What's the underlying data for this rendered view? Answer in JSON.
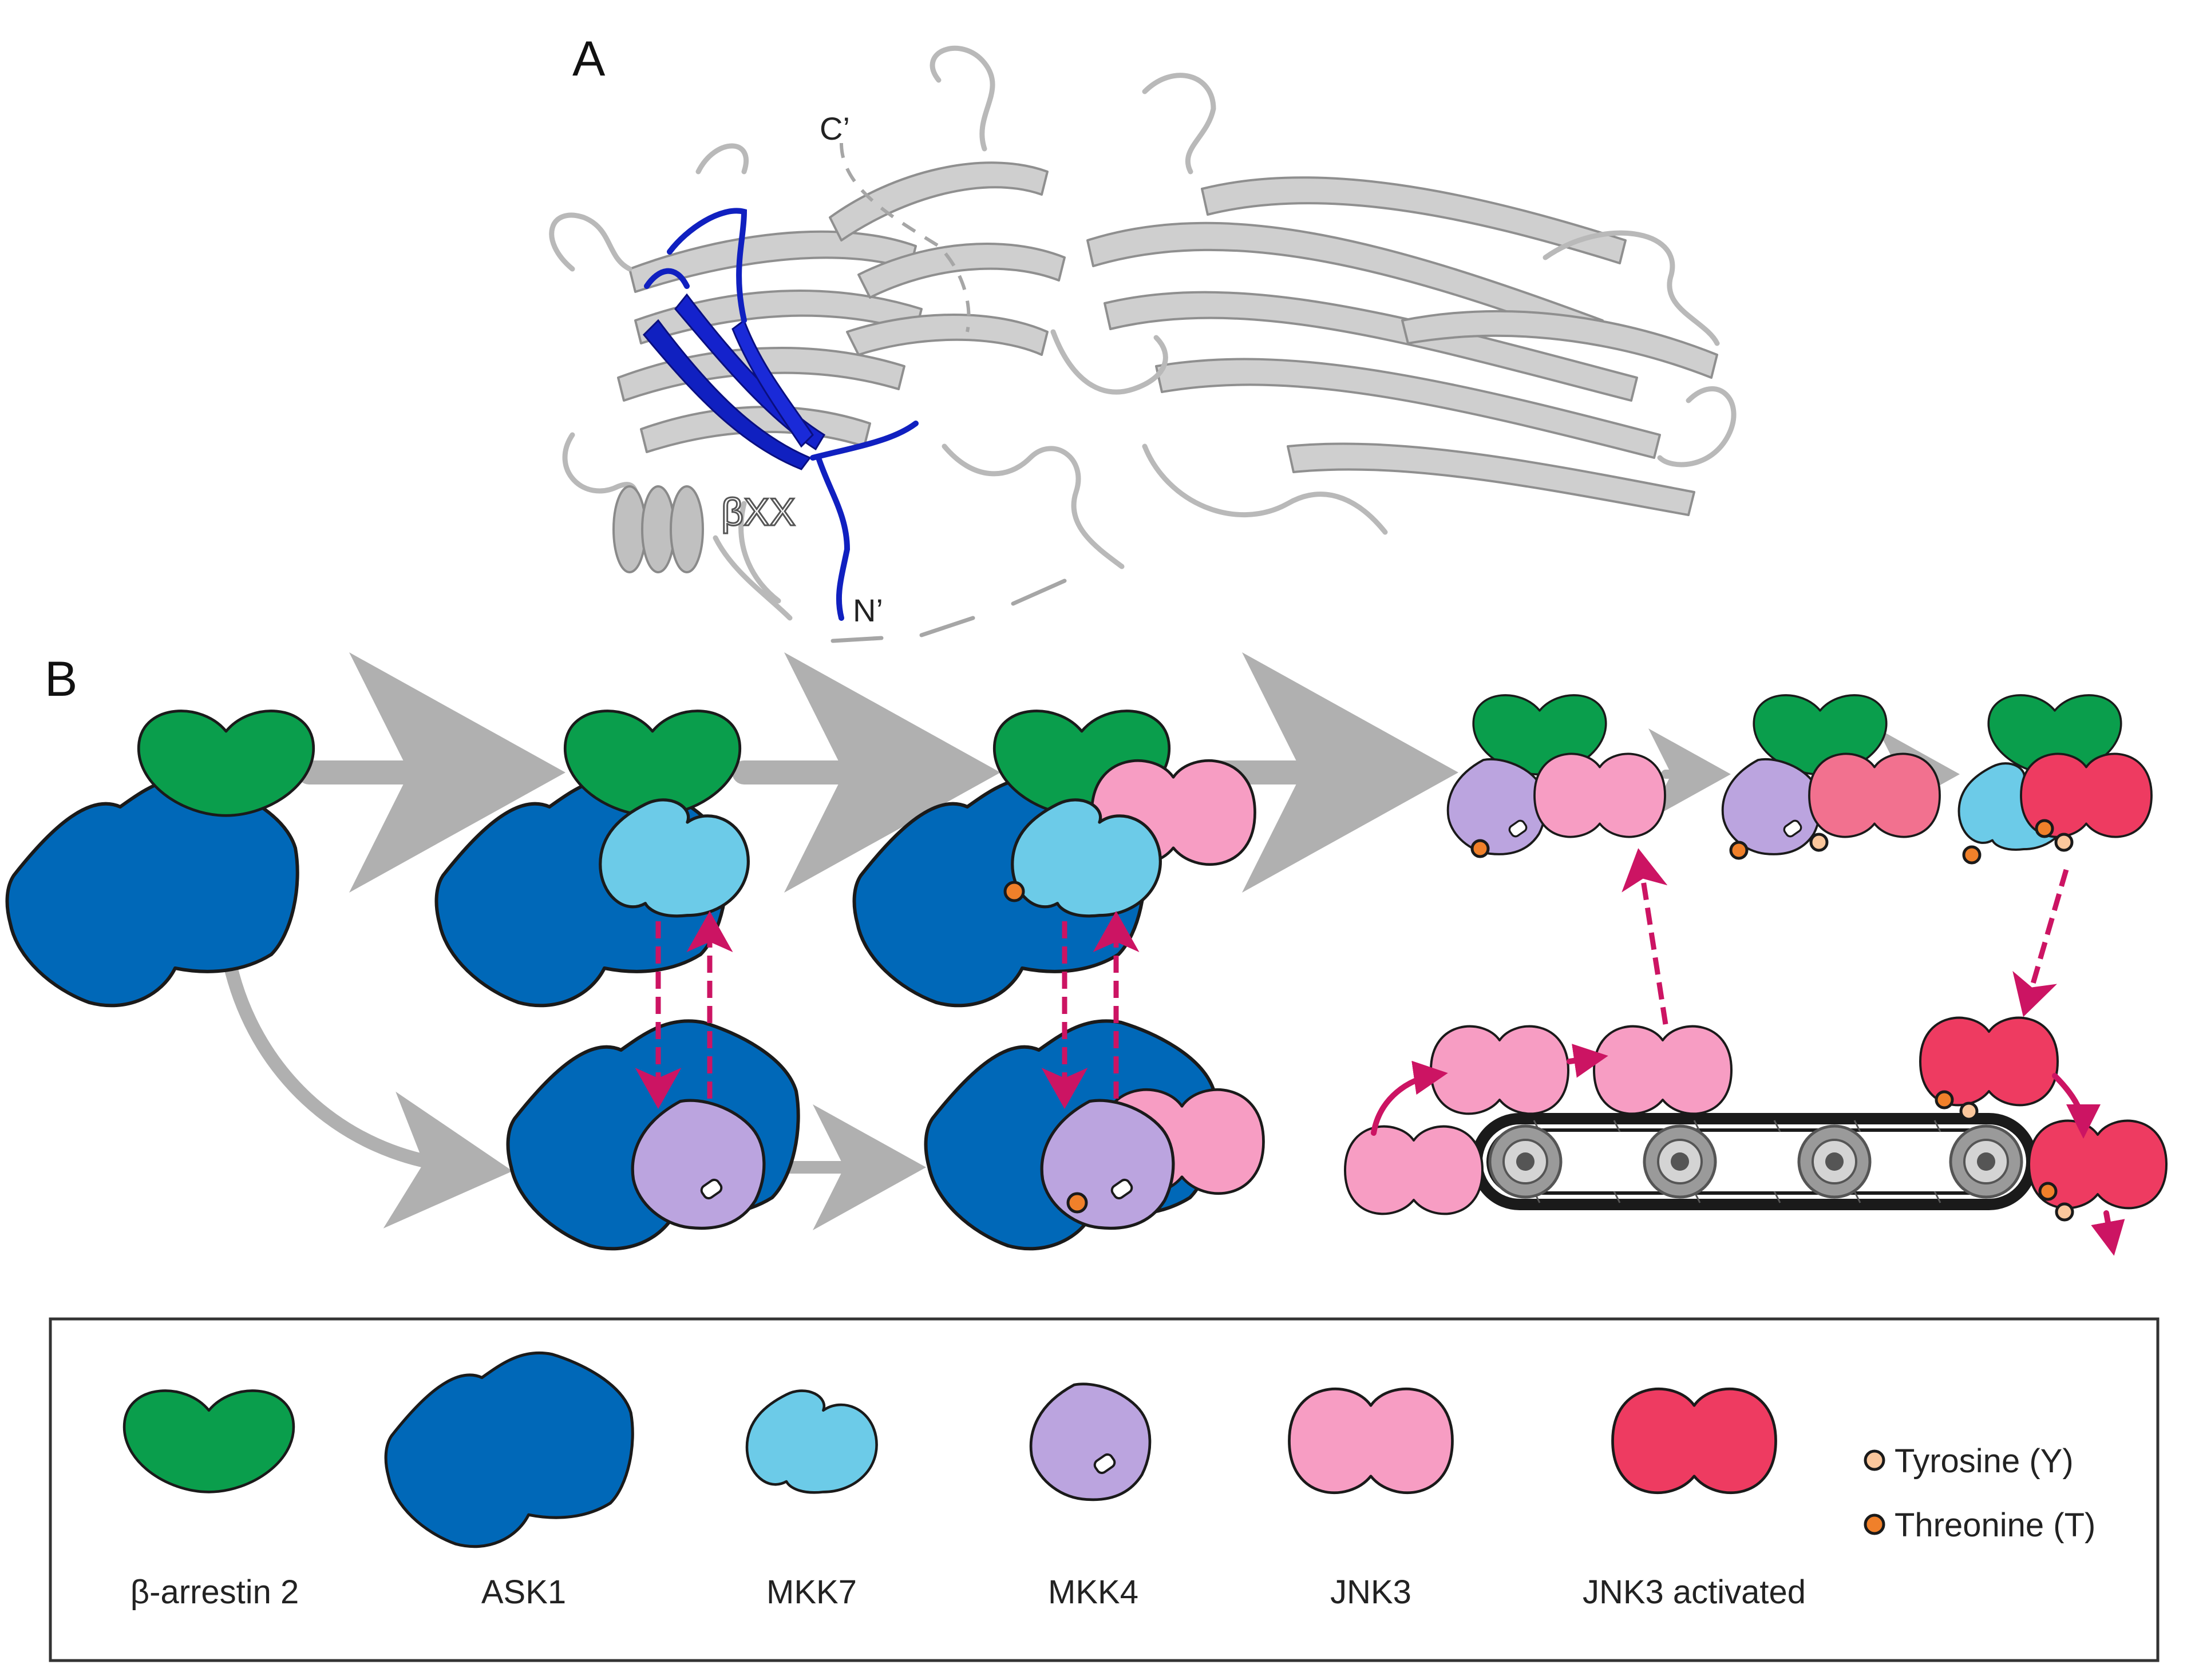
{
  "panels": {
    "a_label": "A",
    "b_label": "B"
  },
  "structure": {
    "c_terminus": "C’",
    "n_terminus": "N’",
    "strand_label": "βXX"
  },
  "legend": {
    "items": [
      {
        "key": "b_arrestin2",
        "label": "β-arrestin 2"
      },
      {
        "key": "ask1",
        "label": "ASK1"
      },
      {
        "key": "mkk7",
        "label": "MKK7"
      },
      {
        "key": "mkk4",
        "label": "MKK4"
      },
      {
        "key": "jnk3",
        "label": "JNK3"
      },
      {
        "key": "jnk3_activated",
        "label": "JNK3 activated"
      }
    ],
    "residues": [
      {
        "key": "tyrosine",
        "label": "Tyrosine (Y)"
      },
      {
        "key": "threonine",
        "label": "Threonine (T)"
      }
    ]
  },
  "colors": {
    "b_arrestin2": "#0a9e4c",
    "ask1": "#0068b8",
    "mkk7": "#6ccbe8",
    "mkk4": "#bba4df",
    "jnk3": "#f79dc3",
    "jnk3_intermediate": "#f2718f",
    "jnk3_activated": "#ee3b61",
    "tyrosine": "#fbc79c",
    "threonine": "#f0802a",
    "flow_arrow": "#b0b0b0",
    "interaction_arrow": "#cc1463",
    "highlight_strand": "#1020c0",
    "protein_ribbon": "#c6c6c6"
  }
}
